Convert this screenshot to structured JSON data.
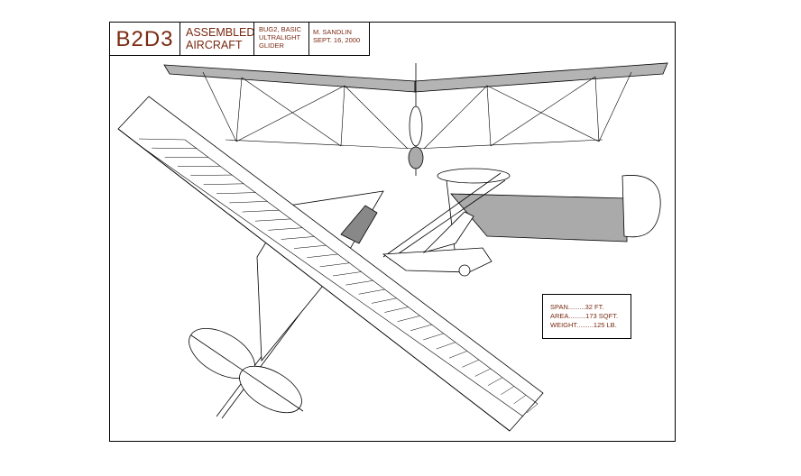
{
  "title_block": {
    "code": "B2D3",
    "title_line1": "ASSEMBLED",
    "title_line2": "AIRCRAFT",
    "desc_line1": "BUG2, BASIC",
    "desc_line2": "ULTRALIGHT",
    "desc_line3": "GLIDER",
    "author": "M. SANDLIN",
    "date": "SEPT. 16, 2000"
  },
  "specs": {
    "span": "SPAN.........32  FT.",
    "area": "AREA.........173  SQFT.",
    "weight": "WEIGHT.........125  LB."
  },
  "colors": {
    "text": "#7a2a12",
    "line": "#000000",
    "shade": "#a8a8a8"
  }
}
